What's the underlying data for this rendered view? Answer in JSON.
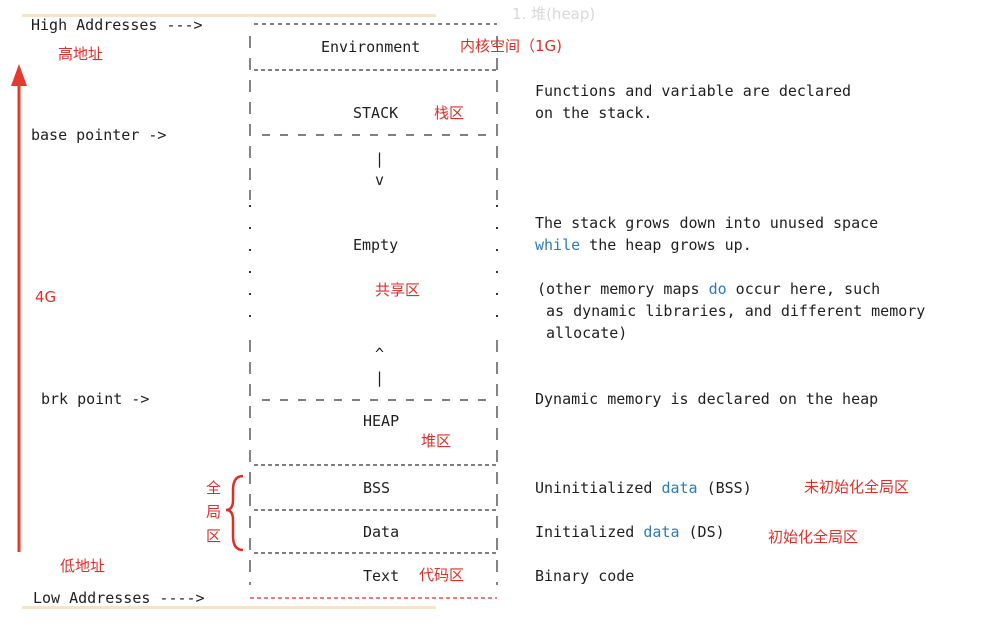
{
  "top_ghost_text": "1. 堆(heap)",
  "left_labels": {
    "high": "High Addresses --->",
    "base": "base pointer ->",
    "brk": "brk point ->",
    "low": "Low Addresses ---->"
  },
  "left_annotations": {
    "high_cn": "高地址",
    "size": "4G",
    "low_cn": "低地址",
    "global_chars": [
      "全",
      "局",
      "区"
    ]
  },
  "sections": {
    "environment": "Environment",
    "environment_cn": "内核空间（1G)",
    "stack": "STACK",
    "stack_cn": "栈区",
    "down_bar": "|",
    "down_v": "v",
    "empty": "Empty",
    "shared_cn": "共享区",
    "up_caret": "^",
    "up_bar": "|",
    "heap": "HEAP",
    "heap_cn": "堆区",
    "bss": "BSS",
    "data": "Data",
    "text": "Text",
    "text_cn": "代码区"
  },
  "descriptions": {
    "stack_1": "Functions and variable are declared",
    "stack_2": "on the stack.",
    "grows_1": "The stack grows down into unused space",
    "grows_2_kw": "while",
    "grows_2_rest": " the heap grows up.",
    "maps_1_a": "(other memory maps ",
    "maps_1_kw": "do",
    "maps_1_b": " occur here, such",
    "maps_2": " as dynamic libraries, and different memory",
    "maps_3": " allocate)",
    "heap_desc": "Dynamic memory is declared on the heap",
    "bss_a": "Uninitialized ",
    "bss_kw": "data",
    "bss_b": " (BSS)",
    "bss_cn": "未初始化全局区",
    "data_a": "Initialized ",
    "data_kw": "data",
    "data_b": " (DS)",
    "data_cn": "初始化全局区",
    "text_desc": "Binary code"
  },
  "colors": {
    "annotation_red": "#d9312a",
    "keyword_blue": "#2b7bb9",
    "text_dark": "#1f1f1f",
    "highlight_bar": "#f7e4c8"
  }
}
